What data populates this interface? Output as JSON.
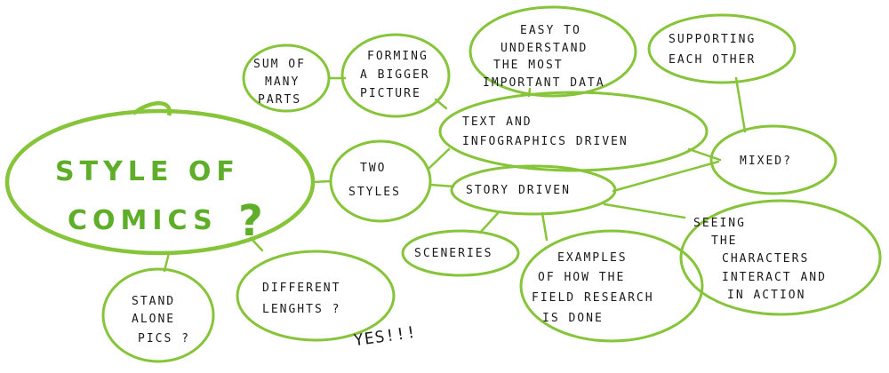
{
  "main": {
    "line1": "STYLE OF",
    "line2": "COMICS",
    "mark": "?"
  },
  "nodes": {
    "two_styles": {
      "line1": "TWO",
      "line2": "STYLES"
    },
    "text_infographics": {
      "line1": "TEXT AND",
      "line2": "INFOGRAPHICS DRIVEN"
    },
    "story_driven": {
      "line1": "STORY DRIVEN"
    },
    "mixed": {
      "line1": "MIXED?"
    },
    "easy_to_understand": {
      "line1": "EASY TO",
      "line2": "UNDERSTAND",
      "line3": "THE MOST",
      "line4": "IMPORTANT DATA"
    },
    "supporting": {
      "line1": "SUPPORTING",
      "line2": "EACH OTHER"
    },
    "forming": {
      "line1": "FORMING",
      "line2": "A BIGGER",
      "line3": "PICTURE"
    },
    "sum_of_parts": {
      "line1": "SUM OF",
      "line2": "MANY",
      "line3": "PARTS"
    },
    "sceneries": {
      "line1": "SCENERIES"
    },
    "examples": {
      "line1": "EXAMPLES",
      "line2": "OF HOW THE",
      "line3": "FIELD RESEARCH",
      "line4": "IS DONE"
    },
    "seeing": {
      "line1": "SEEING",
      "line2": "THE",
      "line3": "CHARACTERS",
      "line4": "INTERACT AND",
      "line5": "IN ACTION"
    },
    "different_lengths": {
      "line1": "DIFFERENT",
      "line2": "LENGHTS ?"
    },
    "stand_alone": {
      "line1": "STAND",
      "line2": "ALONE",
      "line3": "PICS ?"
    }
  },
  "annotation": {
    "yes": "YES!!!"
  },
  "colors": {
    "stroke": "#86c43a",
    "main_text": "#5fae2a",
    "ink": "#1a1a1a"
  }
}
